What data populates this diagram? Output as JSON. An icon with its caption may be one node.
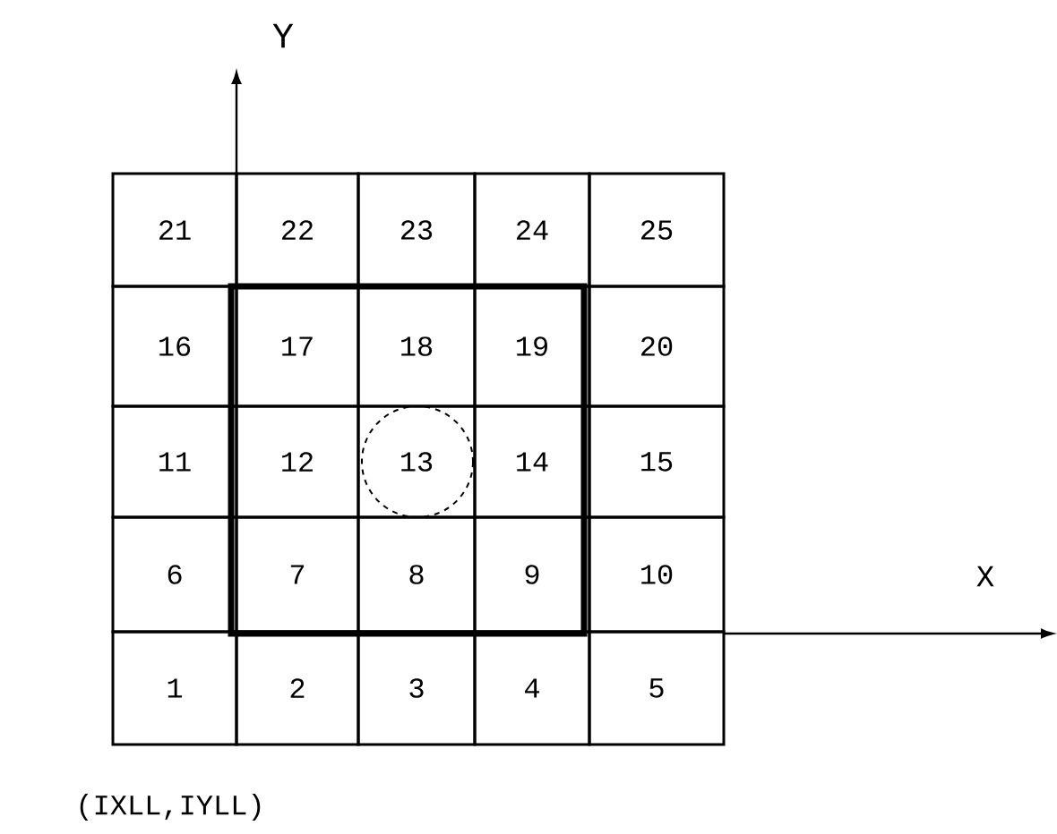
{
  "diagram": {
    "nodes": [
      {
        "text": [
          "21"
        ]
      },
      {
        "text": [
          "22"
        ]
      },
      {
        "text": [
          "23"
        ]
      },
      {
        "text": [
          "24"
        ]
      },
      {
        "text": [
          "25"
        ]
      },
      {
        "text": [
          "16"
        ]
      },
      {
        "text": [
          "17"
        ]
      },
      {
        "text": [
          "18"
        ]
      },
      {
        "text": [
          "19"
        ]
      },
      {
        "text": [
          "20"
        ]
      },
      {
        "text": [
          "11"
        ]
      },
      {
        "text": [
          "12"
        ]
      },
      {
        "text": [
          "13"
        ]
      },
      {
        "text": [
          "14"
        ]
      },
      {
        "text": [
          "15"
        ]
      },
      {
        "text": [
          "6"
        ]
      },
      {
        "text": [
          "7"
        ]
      },
      {
        "text": [
          "8"
        ]
      },
      {
        "text": [
          "9"
        ]
      },
      {
        "text": [
          "10"
        ]
      },
      {
        "text": [
          "1"
        ]
      },
      {
        "text": [
          "2"
        ]
      },
      {
        "text": [
          "3"
        ]
      },
      {
        "text": [
          "4"
        ]
      },
      {
        "text": [
          "5"
        ]
      }
    ],
    "labels": [
      "Y",
      "X",
      "(IXLL,IYLL)"
    ]
  }
}
